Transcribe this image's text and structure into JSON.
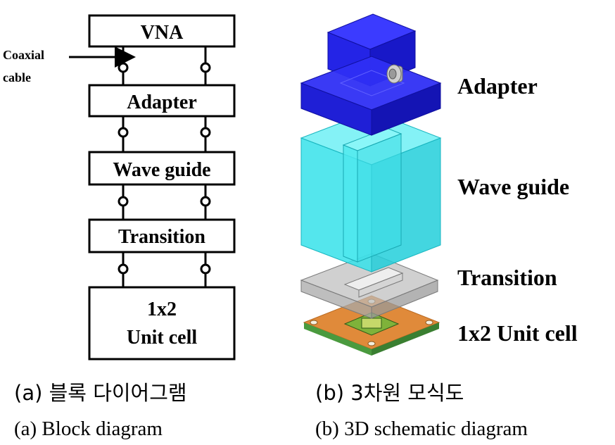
{
  "block_diagram": {
    "blocks": [
      {
        "id": "vna",
        "label": "VNA"
      },
      {
        "id": "adapter",
        "label": "Adapter"
      },
      {
        "id": "waveguide",
        "label": "Wave guide"
      },
      {
        "id": "transition",
        "label": "Transition"
      },
      {
        "id": "unitcell",
        "line1": "1x2",
        "line2": "Unit cell"
      }
    ],
    "coaxial_label": {
      "line1": "Coaxial",
      "line2": "cable"
    }
  },
  "schematic": {
    "labels": {
      "adapter": "Adapter",
      "waveguide": "Wave guide",
      "transition": "Transition",
      "unitcell": "1x2 Unit cell"
    },
    "colors": {
      "adapter": "#1a1ad6",
      "waveguide": "#2ee6ee",
      "transition": "#c9c9c9",
      "pcb": "#e08a3a",
      "pcb_edge": "#3f8f3a",
      "connector": "#b0b0b0"
    }
  },
  "captions": {
    "a_korean": "(a) 블록 다이어그램",
    "a_english": "(a) Block diagram",
    "b_korean": "(b) 3차원 모식도",
    "b_english": "(b) 3D schematic diagram"
  }
}
